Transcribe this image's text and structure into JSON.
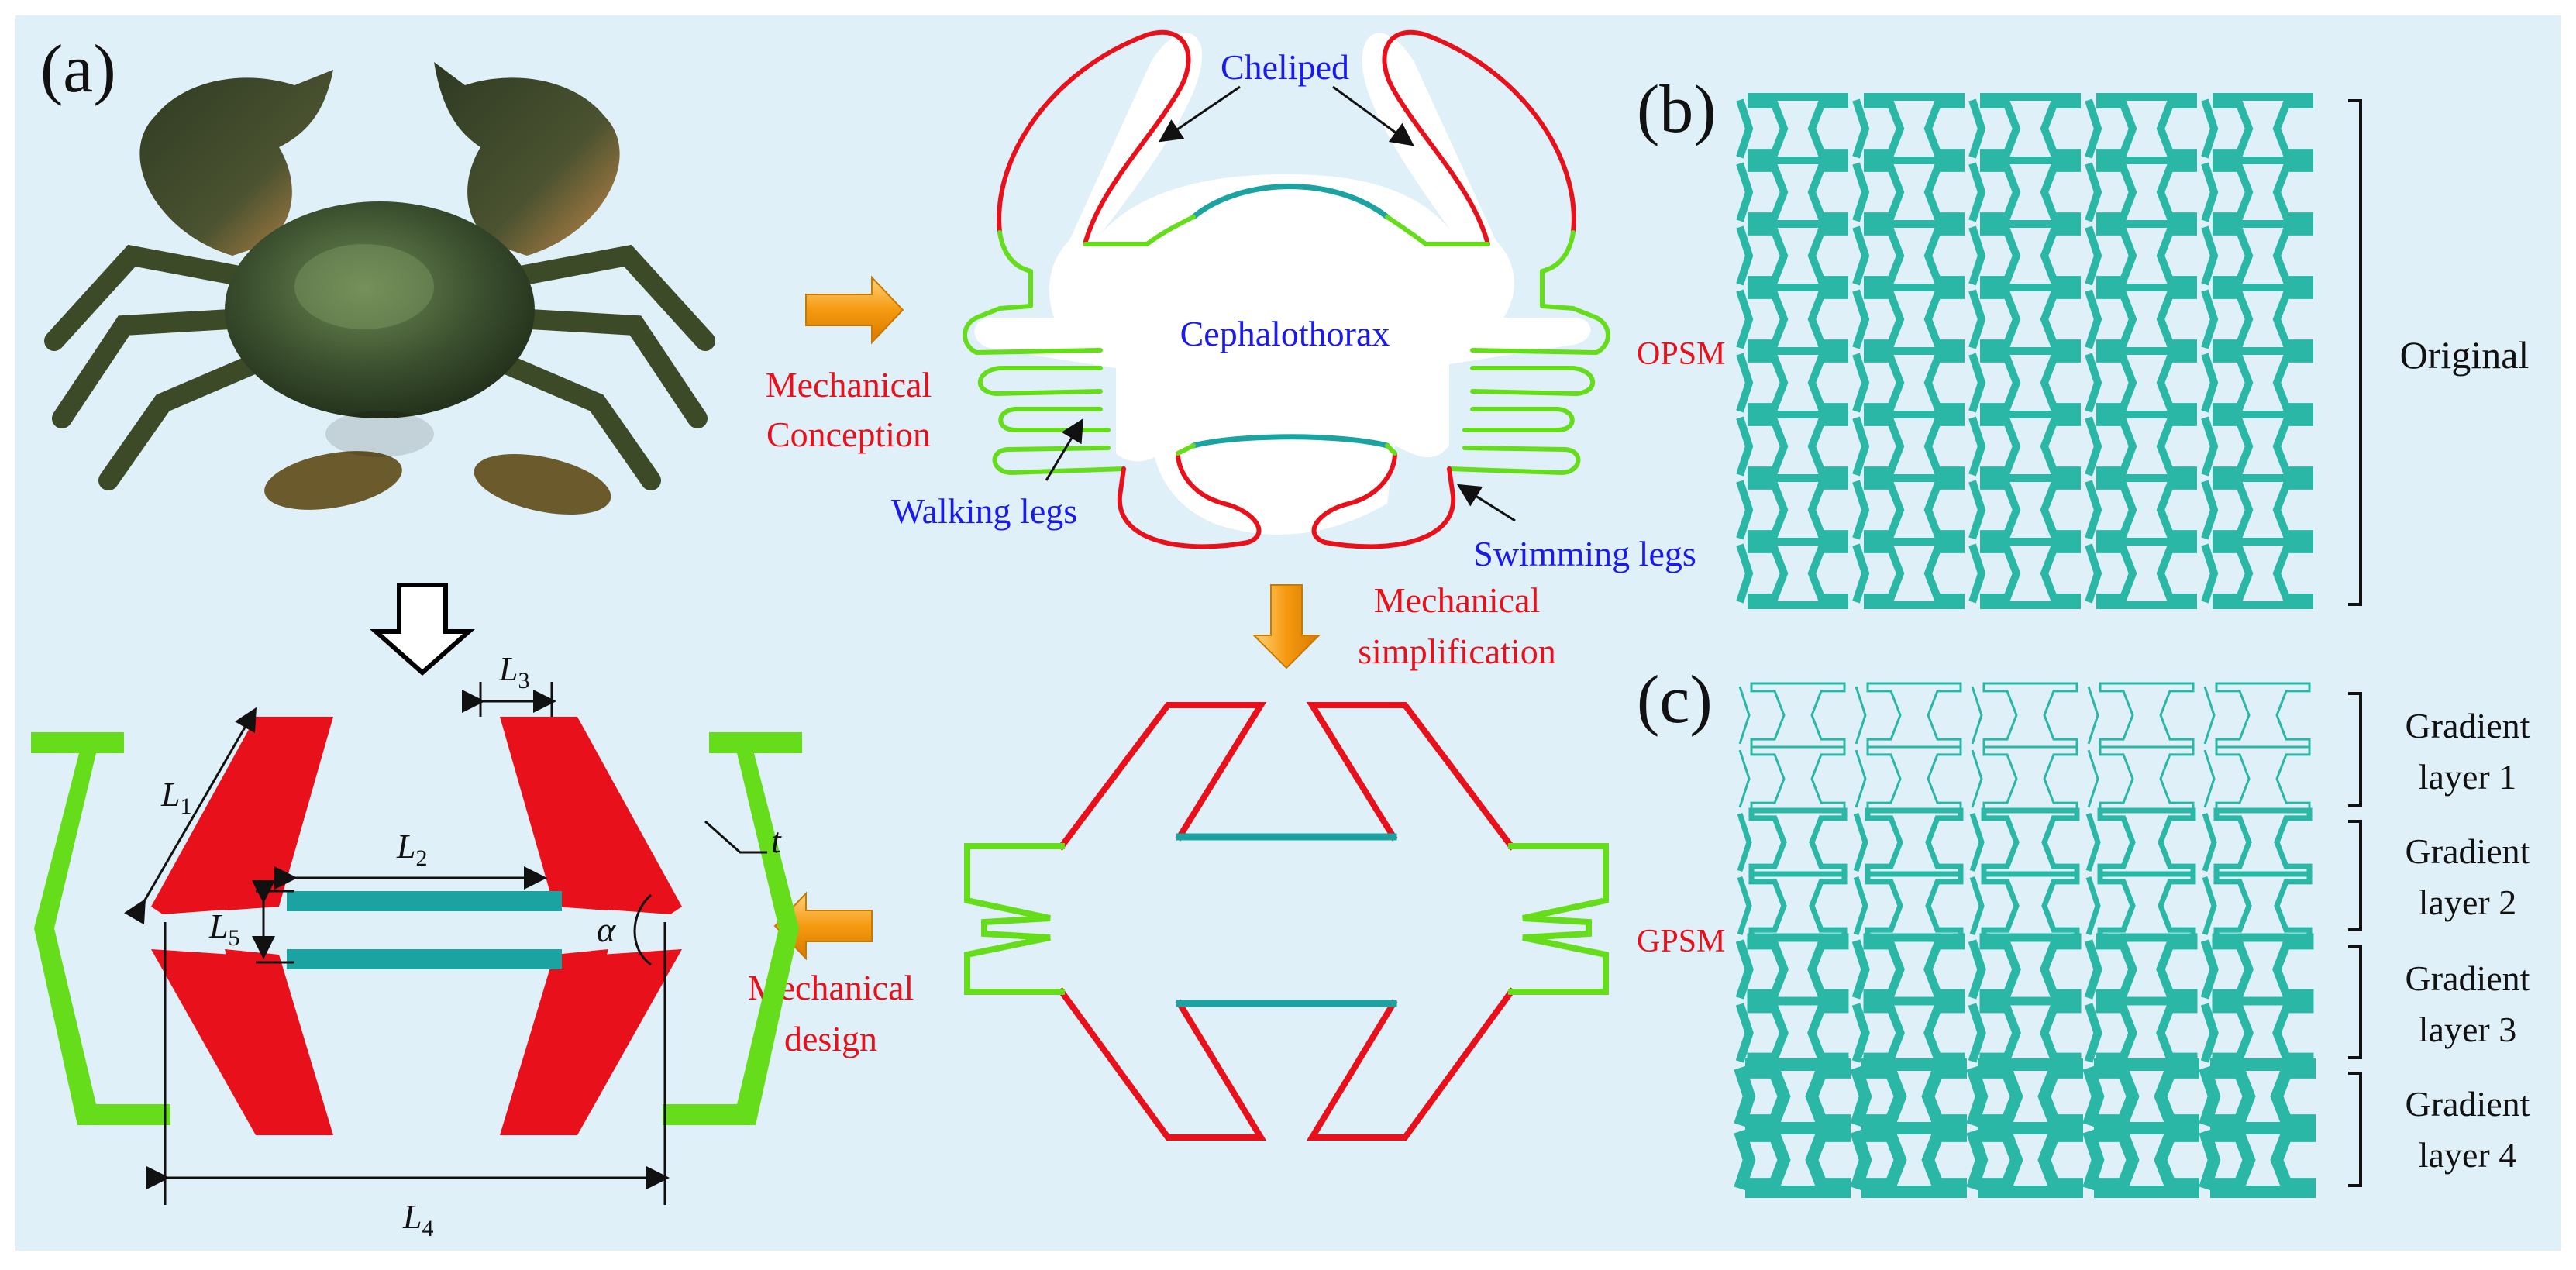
{
  "panels": {
    "a": "(a)",
    "b": "(b)",
    "c": "(c)"
  },
  "crab_labels": {
    "cheliped": "Cheliped",
    "cephalothorax": "Cephalothorax",
    "walking_legs": "Walking legs",
    "swimming_legs": "Swimming legs"
  },
  "steps": {
    "conception_1": "Mechanical",
    "conception_2": "Conception",
    "simplification_1": "Mechanical",
    "simplification_2": "simplification",
    "design_1": "Mechanical",
    "design_2": "design"
  },
  "dimensions": {
    "L1": "L",
    "L1_sub": "1",
    "L2": "L",
    "L2_sub": "2",
    "L3": "L",
    "L3_sub": "3",
    "L4": "L",
    "L4_sub": "4",
    "L5": "L",
    "L5_sub": "5",
    "t": "t",
    "alpha": "α"
  },
  "structures": {
    "opsm": "OPSM",
    "gpsm": "GPSM",
    "original": "Original",
    "layer1_a": "Gradient",
    "layer1_b": "layer 1",
    "layer2_a": "Gradient",
    "layer2_b": "layer 2",
    "layer3_a": "Gradient",
    "layer3_b": "layer 3",
    "layer4_a": "Gradient",
    "layer4_b": "layer 4"
  },
  "colors": {
    "background": "#dff0f8",
    "red": "#e8111b",
    "green": "#66dd1a",
    "teal": "#1aa3a0",
    "lattice": "#2bb7a6",
    "label_blue": "#1a1aee",
    "label_red": "#e8111b",
    "arrow_orange": "#f59a10"
  }
}
